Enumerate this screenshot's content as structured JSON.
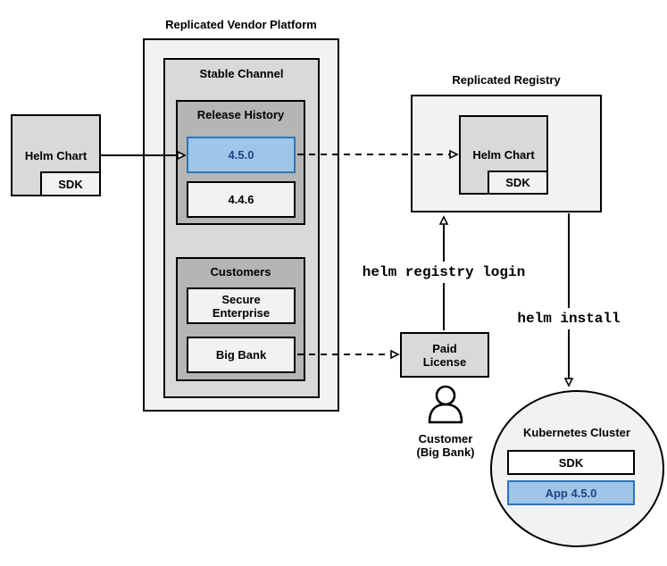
{
  "vendor_platform": {
    "title": "Replicated Vendor Platform"
  },
  "stable_channel": {
    "title": "Stable Channel"
  },
  "release_history": {
    "title": "Release History",
    "releases": [
      {
        "version": "4.5.0",
        "highlighted": true
      },
      {
        "version": "4.4.6",
        "highlighted": false
      }
    ]
  },
  "customers": {
    "title": "Customers",
    "items": [
      {
        "name": "Secure Enterprise"
      },
      {
        "name": "Big Bank"
      }
    ]
  },
  "source_chart": {
    "label": "Helm Chart",
    "sdk": "SDK"
  },
  "registry": {
    "title": "Replicated Registry",
    "chart_label": "Helm Chart",
    "sdk": "SDK"
  },
  "paid_license": {
    "line1": "Paid",
    "line2": "License"
  },
  "customer_persona": {
    "line1": "Customer",
    "line2": "(Big Bank)"
  },
  "cluster": {
    "title": "Kubernetes Cluster",
    "sdk": "SDK",
    "app": "App 4.5.0"
  },
  "commands": {
    "login": "helm registry login",
    "install": "helm install"
  },
  "colors": {
    "highlight_fill": "#9fc5e8",
    "highlight_border": "#2e75b6",
    "highlight_text": "#1c4587",
    "gray_light": "#f2f2f2",
    "gray_mid": "#d9d9d9",
    "gray_dark": "#b5b5b5",
    "line": "#000000"
  }
}
